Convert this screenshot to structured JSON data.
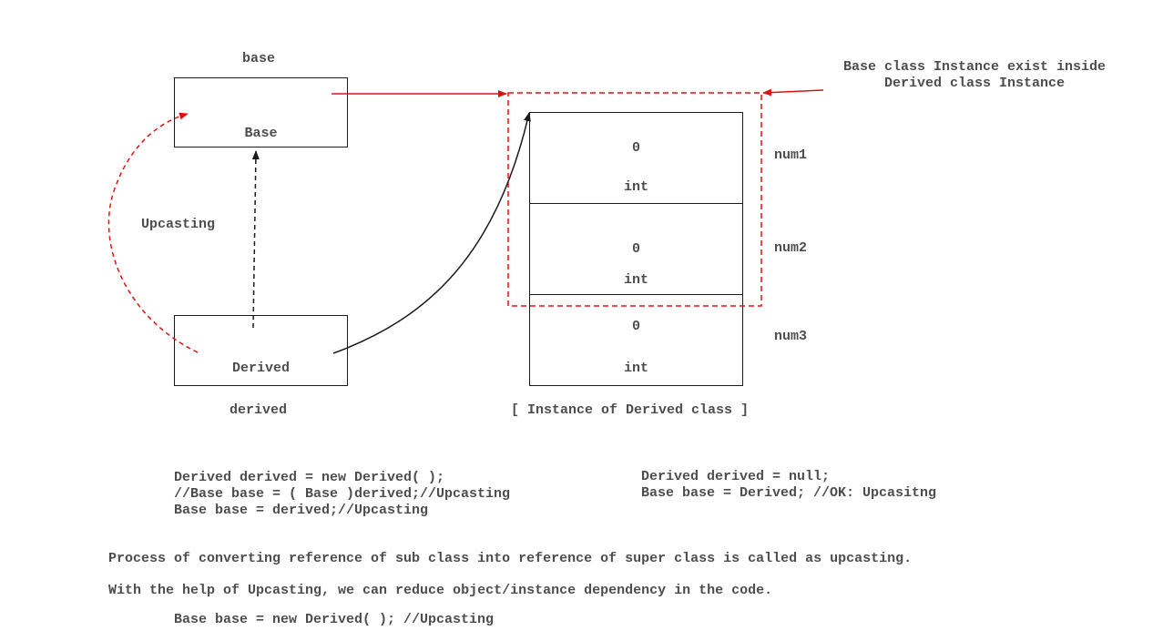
{
  "base_ref_label": "base",
  "base_class_label": "Base",
  "derived_class_label": "Derived",
  "derived_ref_label": "derived",
  "upcasting_label": "Upcasting",
  "annotation": [
    "Base class Instance exist inside",
    "Derived class Instance"
  ],
  "fields": [
    {
      "name": "num1",
      "value": "0",
      "type": "int"
    },
    {
      "name": "num2",
      "value": "0",
      "type": "int"
    },
    {
      "name": "num3",
      "value": "0",
      "type": "int"
    }
  ],
  "instance_caption": "[ Instance of Derived class ]",
  "code_left": [
    "Derived derived = new Derived( );",
    "//Base base = ( Base )derived;//Upcasting",
    "Base base = derived;//Upcasting"
  ],
  "code_right": [
    "Derived derived = null;",
    "Base base = Derived; //OK: Upcasitng"
  ],
  "description_1": "Process of converting reference of sub class into reference of super class is called as upcasting.",
  "description_2": "With the help of Upcasting, we can reduce object/instance dependency in the code.",
  "code_example": "Base base = new Derived( ); //Upcasting",
  "colors": {
    "accent_red": "#e01010",
    "line_dark": "#1a1a1a",
    "text": "#4d4d4d"
  }
}
